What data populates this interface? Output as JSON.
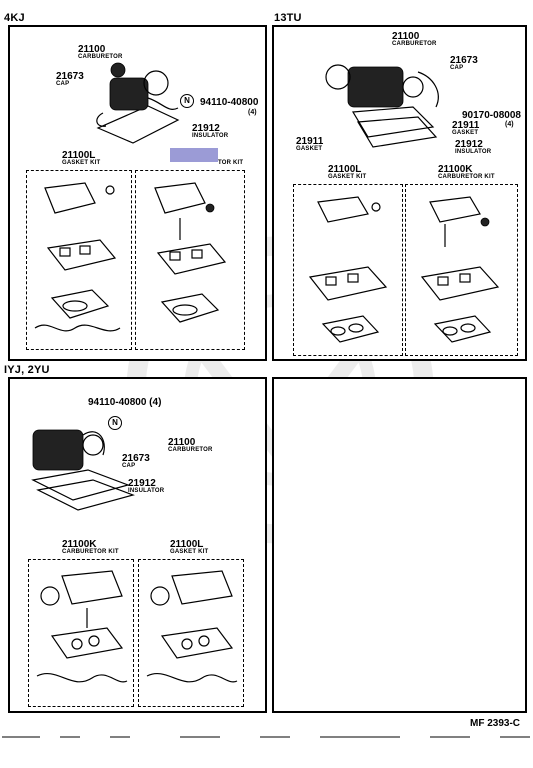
{
  "sections": {
    "s4kj": {
      "label": "4KJ",
      "carb_num": "21100",
      "carb_name": "CARBURETOR",
      "cap_num": "21673",
      "cap_name": "CAP",
      "n_mark": "N",
      "nut_num": "94110-40800",
      "nut_qty": "(4)",
      "ins_num": "21912",
      "ins_name": "INSULATOR",
      "kit1_num": "21100L",
      "kit1_name": "GASKET KIT",
      "kit2_name": "TOR KIT"
    },
    "s13tu": {
      "label": "13TU",
      "carb_num": "21100",
      "carb_name": "CARBURETOR",
      "cap_num": "21673",
      "cap_name": "CAP",
      "bolt_num": "90170-08008",
      "bolt_qty": "(4)",
      "gasket_r_num": "21911",
      "gasket_r_name": "GASKET",
      "ins_num": "21912",
      "ins_name": "INSULATOR",
      "gasket_l_num": "21911",
      "gasket_l_name": "GASKET",
      "kit1_num": "21100L",
      "kit1_name": "GASKET KIT",
      "kit2_num": "21100K",
      "kit2_name": "CARBURETOR KIT"
    },
    "s1yj": {
      "label": "IYJ, 2YU",
      "nut_num": "94110-40800 (4)",
      "n_mark": "N",
      "carb_num": "21100",
      "carb_name": "CARBURETOR",
      "cap_num": "21673",
      "cap_name": "CAP",
      "ins_num": "21912",
      "ins_name": "INSULATOR",
      "kit1_num": "21100K",
      "kit1_name": "CARBURETOR KIT",
      "kit2_num": "21100L",
      "kit2_name": "GASKET KIT"
    }
  },
  "footer": {
    "code": "MF  2393-C"
  },
  "colors": {
    "highlight": "#9b9bd6",
    "ink": "#000000"
  }
}
